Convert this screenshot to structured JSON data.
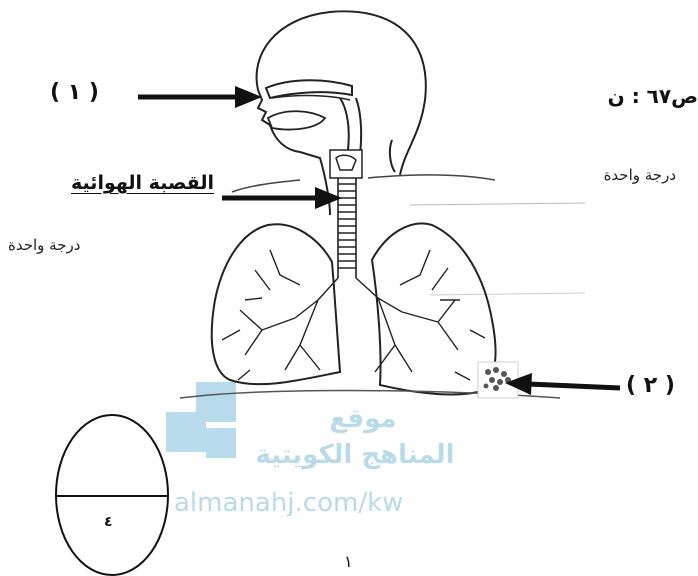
{
  "labels": {
    "label_1": "( ١ )",
    "label_2": "( ٢ )",
    "trachea": "القصبة الهوائية"
  },
  "page_ref": "ص٦٧  :  ن",
  "grades": {
    "right": "درجة واحدة",
    "left": "درجة واحدة"
  },
  "watermark": {
    "line1": "موقع",
    "line2": "المناهج الكويتية",
    "url": "almanahj.com/kw"
  },
  "score_oval": {
    "top": "",
    "bottom": "٤"
  },
  "page_number": "١",
  "colors": {
    "ink": "#111111",
    "watermark": "#b9dbe9",
    "watermark_square": "#9fd0e4"
  }
}
